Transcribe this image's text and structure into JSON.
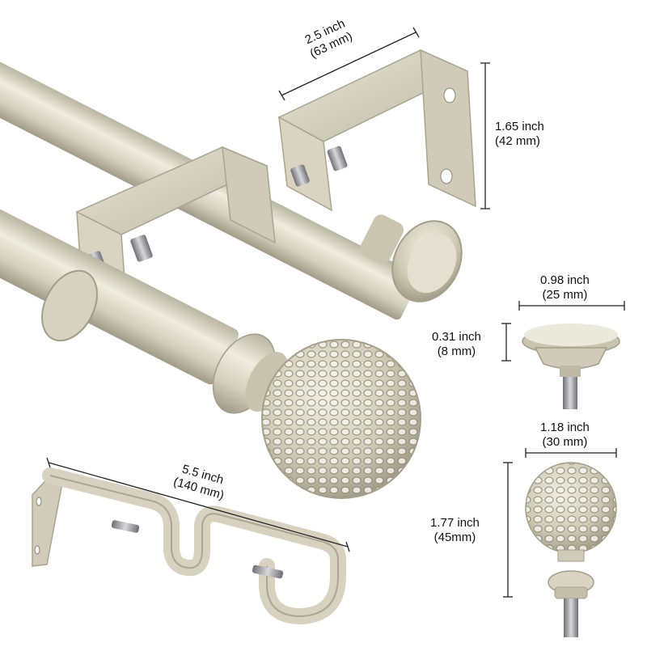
{
  "colors": {
    "metal": "#d6d2bf",
    "metal_light": "#ece9dc",
    "metal_dark": "#aaa692",
    "screw": "#9a9aa0",
    "dimension_line": "#222222"
  },
  "icons": [
    "double-curtain-rod",
    "bracket",
    "flat-finial",
    "ball-finial"
  ],
  "dimensions": {
    "bracket_top_width": {
      "inch": "2.5 inch",
      "mm": "(63 mm)"
    },
    "bracket_height": {
      "inch": "1.65 inch",
      "mm": "(42 mm)"
    },
    "flat_finial_width": {
      "inch": "0.98 inch",
      "mm": "(25 mm)"
    },
    "flat_finial_height": {
      "inch": "0.31 inch",
      "mm": "(8 mm)"
    },
    "ball_finial_width": {
      "inch": "1.18 inch",
      "mm": "(30 mm)"
    },
    "ball_finial_height": {
      "inch": "1.77 inch",
      "mm": "(45mm)"
    },
    "bracket_length": {
      "inch": "5.5 inch",
      "mm": "(140 mm)"
    }
  }
}
